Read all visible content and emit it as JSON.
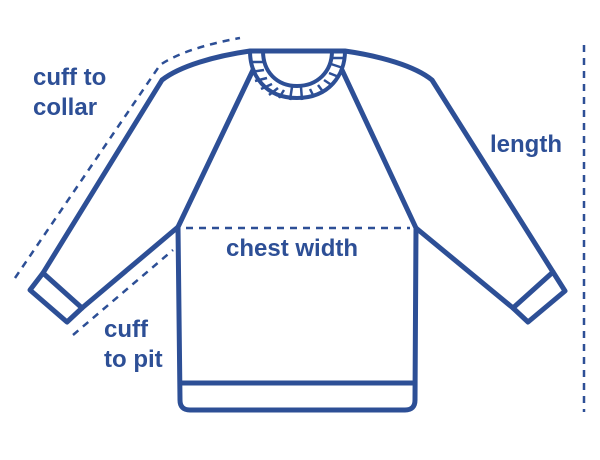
{
  "colors": {
    "line": "#2d4f96",
    "background": "#ffffff"
  },
  "labels": {
    "cuff_to_collar": [
      "cuff to",
      "collar"
    ],
    "length": "length",
    "chest_width": "chest width",
    "cuff_to_pit": [
      "cuff",
      "to pit"
    ]
  }
}
